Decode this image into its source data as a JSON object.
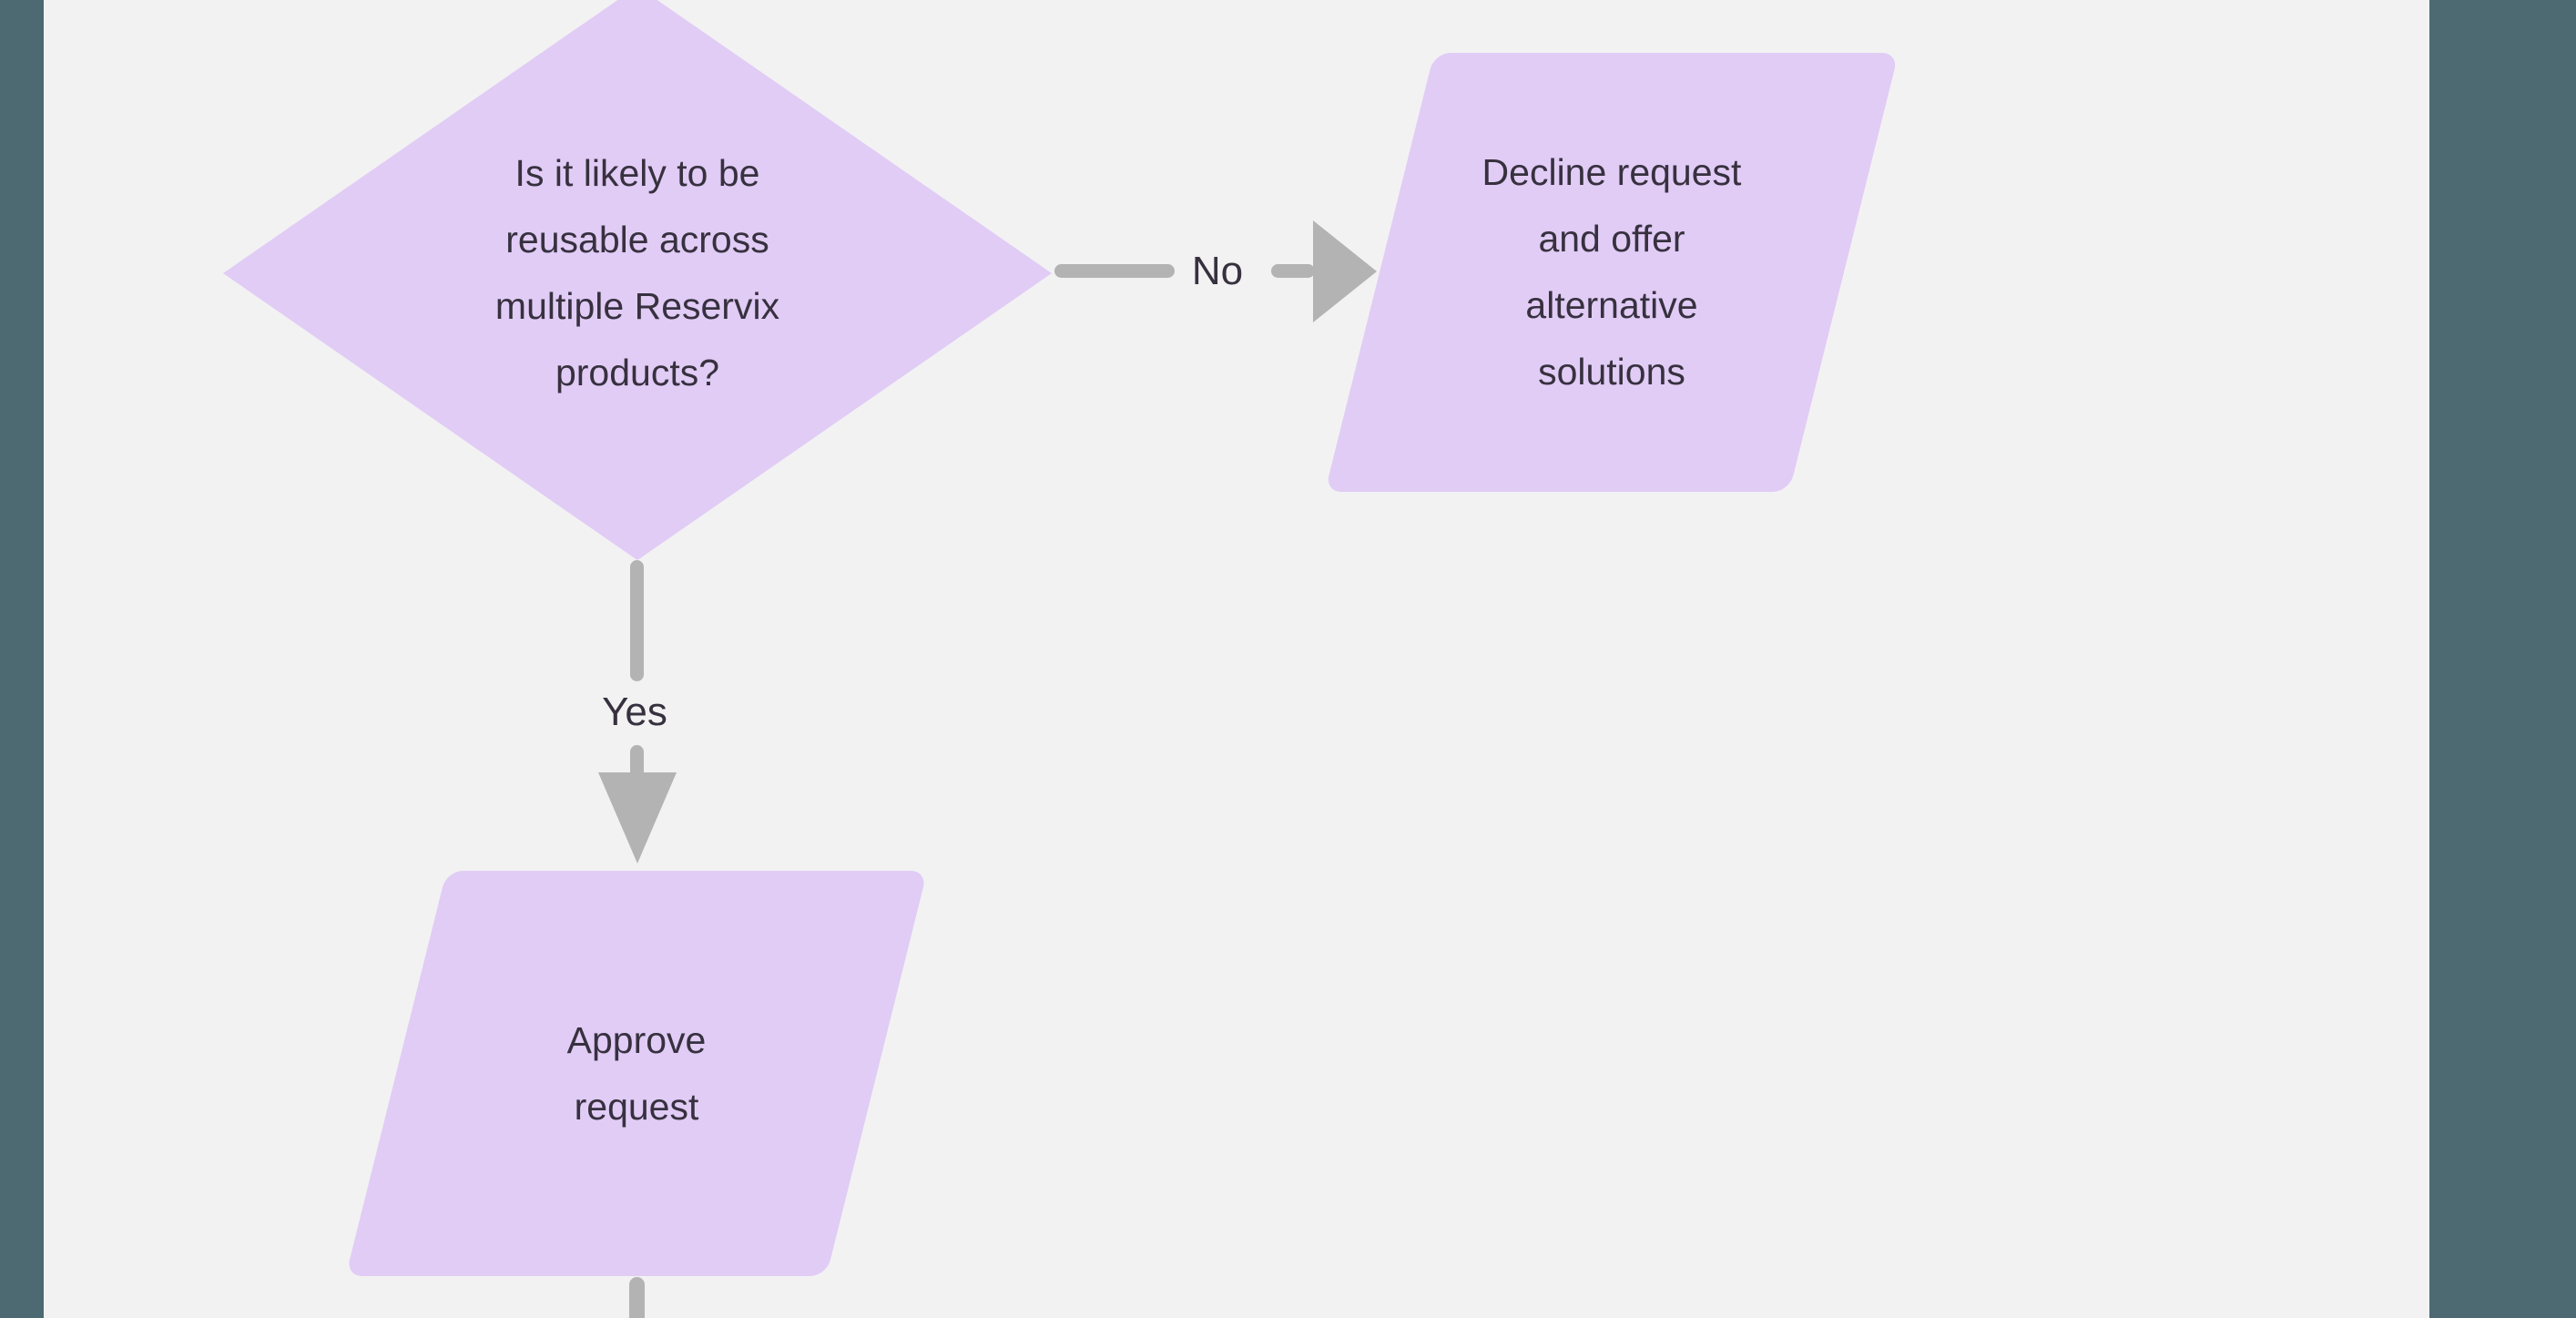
{
  "canvas": {
    "background_color": "#f2f2f2",
    "side_panel_color": "#4d6a73",
    "shape_fill_color": "#e1ccf6",
    "connector_color": "#b3b3b3",
    "text_color": "#37313f"
  },
  "nodes": {
    "decision": {
      "type": "decision-diamond",
      "lines": [
        "Is it likely to be",
        "reusable across",
        "multiple Reservix",
        "products?"
      ]
    },
    "decline": {
      "type": "parallelogram",
      "lines": [
        "Decline request",
        "and offer",
        "alternative",
        "solutions"
      ]
    },
    "approve": {
      "type": "parallelogram",
      "lines": [
        "Approve",
        "request"
      ]
    }
  },
  "edges": {
    "no": {
      "label": "No"
    },
    "yes": {
      "label": "Yes"
    }
  }
}
